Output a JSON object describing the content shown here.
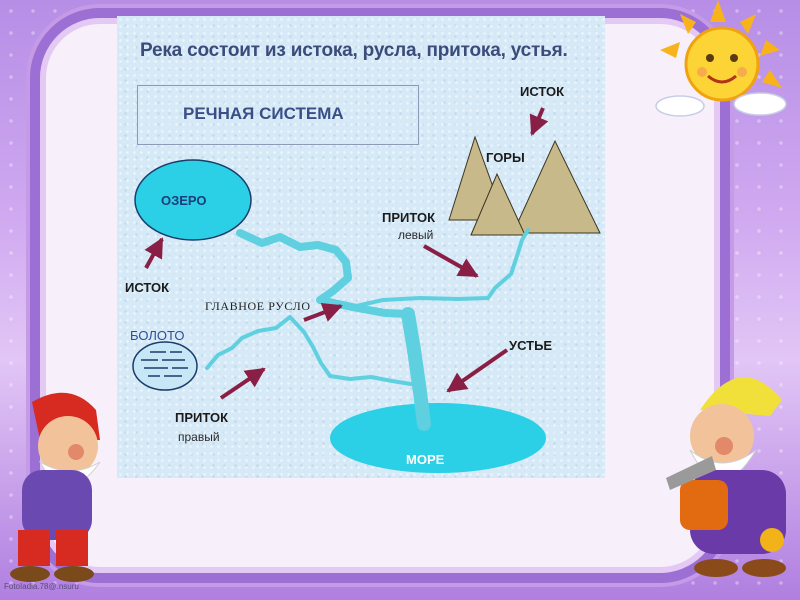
{
  "title": "Река состоит из истока, русла, притока, устья.",
  "system_title": "РЕЧНАЯ СИСТЕМА",
  "labels": {
    "lake": "ОЗЕРО",
    "source_lake": "ИСТОК",
    "source_mountain": "ИСТОК",
    "mountains": "ГОРЫ",
    "tributary_left": "ПРИТОК",
    "tributary_left_sub": "левый",
    "main_channel": "ГЛАВНОЕ РУСЛО",
    "swamp": "БОЛОТО",
    "mouth": "УСТЬЕ",
    "tributary_right": "ПРИТОК",
    "tributary_right_sub": "правый",
    "sea": "МОРЕ"
  },
  "footer": "FotoIadia.78@.nsuru",
  "colors": {
    "river": "#5fd0e0",
    "water": "#2bd0e6",
    "mountain": "#c8b98a",
    "arrow": "#8a1f45"
  }
}
